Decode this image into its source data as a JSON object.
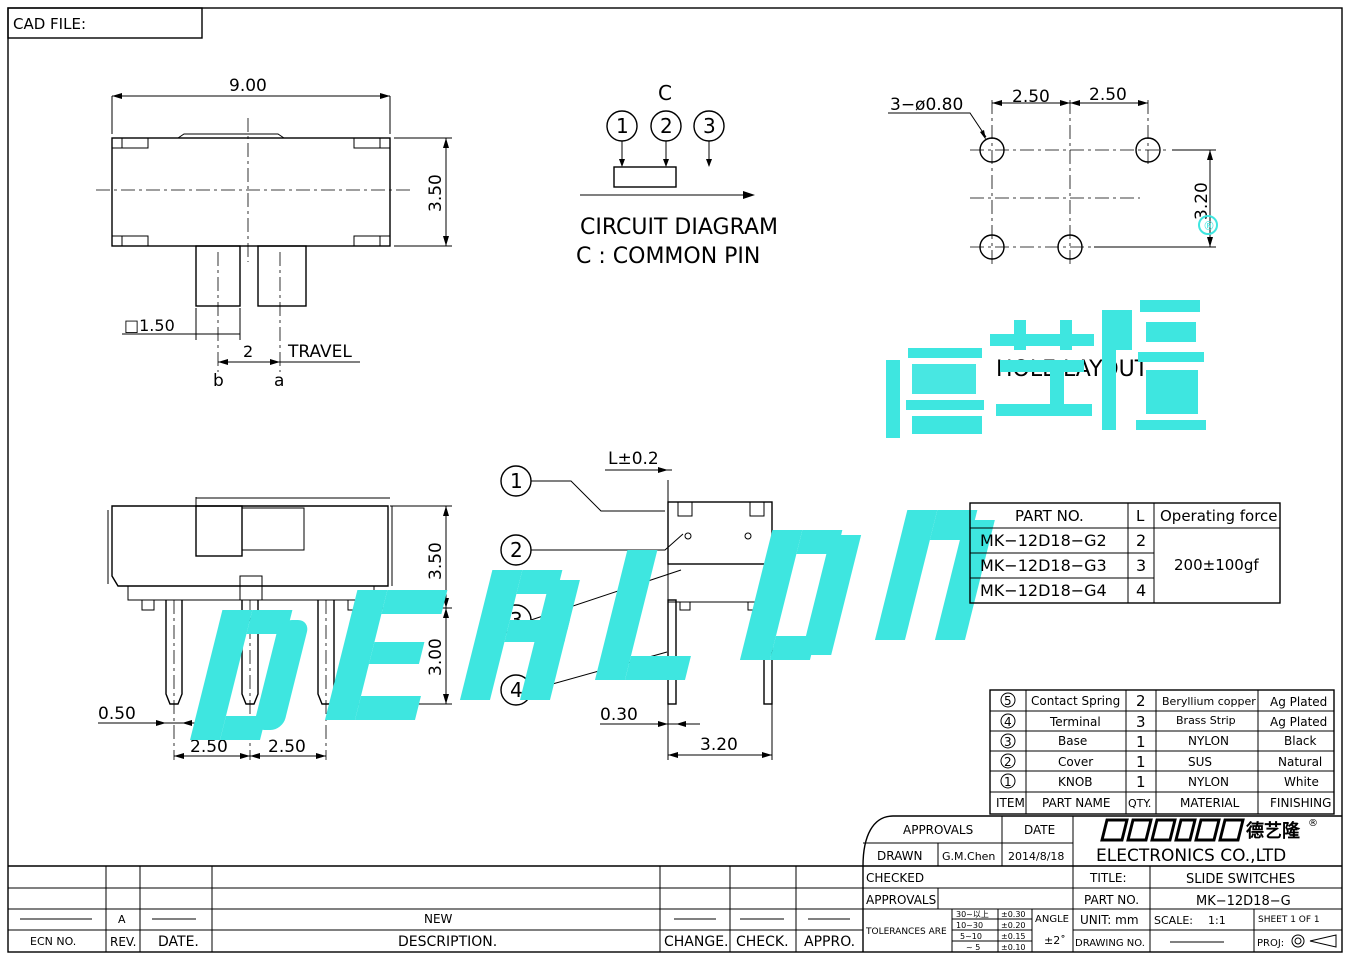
{
  "cad_file_label": "CAD FILE:",
  "top_view": {
    "width_dim": "9.00",
    "height_dim": "3.50",
    "pin_size": "□1.50",
    "travel_value": "2",
    "travel_label": "TRAVEL",
    "pos_b": "b",
    "pos_a": "a"
  },
  "circuit": {
    "common_label": "C",
    "pins": [
      "1",
      "2",
      "3"
    ],
    "title": "CIRCUIT  DIAGRAM",
    "subtitle": "C : COMMON  PIN"
  },
  "hole_layout": {
    "hole_spec": "3−ø0.80",
    "pitch1": "2.50",
    "pitch2": "2.50",
    "row_gap": "3.20",
    "title": "HOLE  LAYOUT"
  },
  "side_view": {
    "l_tol": "L±0.2",
    "height_dim": "3.50",
    "pin_len": "3.00",
    "pin_w": "0.50",
    "pitch1": "2.50",
    "pitch2": "2.50",
    "thickness": "0.30",
    "span": "3.20",
    "callouts": [
      "1",
      "2",
      "3",
      "4"
    ]
  },
  "watermark": {
    "brand": "DEALON",
    "chinese": "德艺隆",
    "registered": "®"
  },
  "part_table": {
    "headers": [
      "PART NO.",
      "L",
      "Operating  force"
    ],
    "rows": [
      {
        "part": "MK−12D18−G2",
        "l": "2"
      },
      {
        "part": "MK−12D18−G3",
        "l": "3"
      },
      {
        "part": "MK−12D18−G4",
        "l": "4"
      }
    ],
    "force": "200±100gf"
  },
  "bom": {
    "rows": [
      {
        "item": "5",
        "name": "Contact Spring",
        "qty": "2",
        "material": "Beryllium copper",
        "finish": "Ag Plated"
      },
      {
        "item": "4",
        "name": "Terminal",
        "qty": "3",
        "material": "Brass Strip",
        "finish": "Ag Plated"
      },
      {
        "item": "3",
        "name": "Base",
        "qty": "1",
        "material": "NYLON",
        "finish": "Black"
      },
      {
        "item": "2",
        "name": "Cover",
        "qty": "1",
        "material": "SUS",
        "finish": "Natural"
      },
      {
        "item": "1",
        "name": "KNOB",
        "qty": "1",
        "material": "NYLON",
        "finish": "White"
      }
    ],
    "headers": [
      "ITEM",
      "PART NAME",
      "QTY.",
      "MATERIAL",
      "FINISHING"
    ]
  },
  "title_block": {
    "approvals": "APPROVALS",
    "date": "DATE",
    "drawn": "DRAWN",
    "drawn_by": "G.M.Chen",
    "drawn_date": "2014/8/18",
    "checked": "CHECKED",
    "approvals2": "APPROVALS",
    "company": "ELECTRONICS  CO.,LTD",
    "title_label": "TITLE:",
    "title_value": "SLIDE  SWITCHES",
    "part_no_label": "PART  NO.",
    "part_no_value": "MK−12D18−G",
    "tolerances_label": "TOLERANCES  ARE",
    "tol_ranges": [
      "30~以上",
      "10~30",
      "5~10",
      "~ 5"
    ],
    "tol_values": [
      "±0.30",
      "±0.20",
      "±0.15",
      "±0.10"
    ],
    "angle_label": "ANGLE",
    "angle_value": "±2˚",
    "unit": "UNIT:  mm",
    "scale_label": "SCALE:",
    "scale_value": "1:1",
    "sheet": "SHEET   1  OF  1",
    "drawing_no": "DRAWING  NO.",
    "proj": "PROJ:"
  },
  "revision": {
    "rev": "A",
    "desc": "NEW",
    "headers": [
      "ECN  NO.",
      "REV.",
      "DATE.",
      "DESCRIPTION.",
      "CHANGE.",
      "CHECK.",
      "APPRO."
    ]
  }
}
